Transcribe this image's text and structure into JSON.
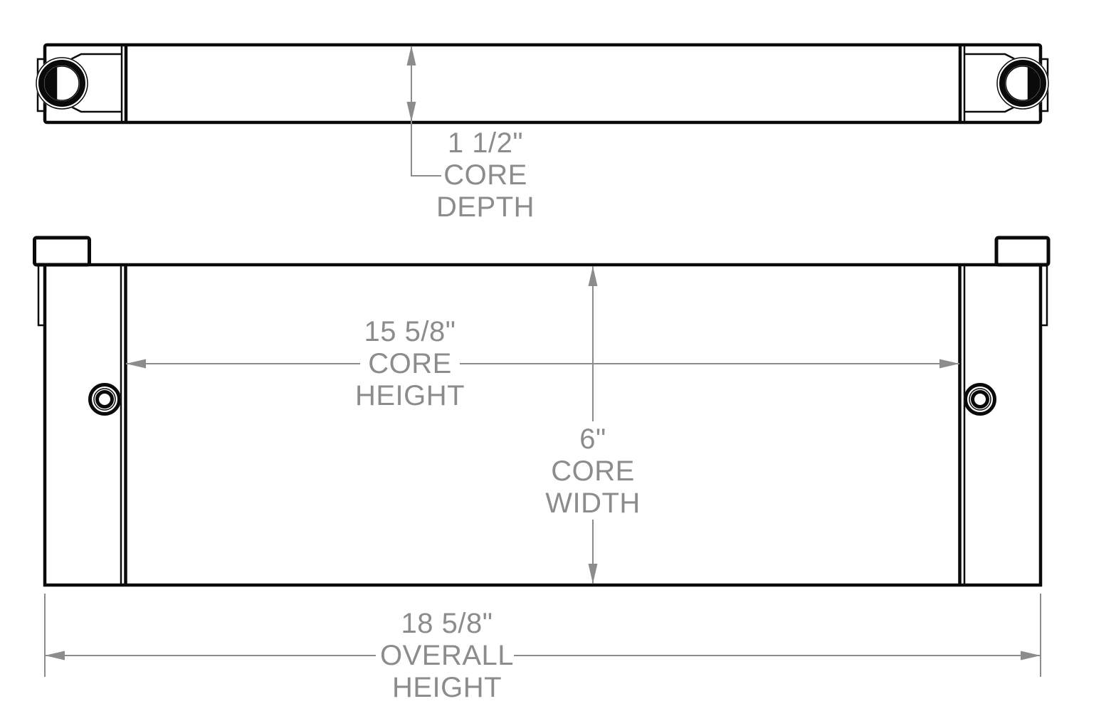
{
  "drawing": {
    "dimensions": {
      "core_depth": {
        "value": "1 1/2\"",
        "label_lines": [
          "CORE",
          "DEPTH"
        ]
      },
      "core_height": {
        "value": "15 5/8\"",
        "label_lines": [
          "CORE",
          "HEIGHT"
        ]
      },
      "core_width": {
        "value": "6\"",
        "label_lines": [
          "CORE",
          "WIDTH"
        ]
      },
      "overall_height": {
        "value": "18 5/8\"",
        "label_lines": [
          "OVERALL",
          "HEIGHT"
        ]
      }
    }
  },
  "colors": {
    "ink": "#0a0a0a",
    "dimension": "#8c8c8c",
    "background": "#ffffff"
  }
}
